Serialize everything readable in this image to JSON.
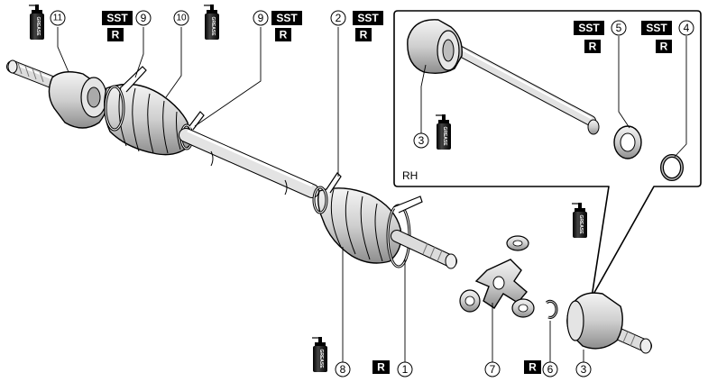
{
  "diagram": {
    "inset_label": "RH",
    "tags": {
      "sst": "SST",
      "r": "R"
    },
    "grease": "GREASE",
    "callouts": {
      "c1": "1",
      "c2": "2",
      "c3a": "3",
      "c3b": "3",
      "c4": "4",
      "c5": "5",
      "c6": "6",
      "c7": "7",
      "c8": "8",
      "c9a": "9",
      "c9b": "9",
      "c10": "10",
      "c11": "11"
    }
  }
}
